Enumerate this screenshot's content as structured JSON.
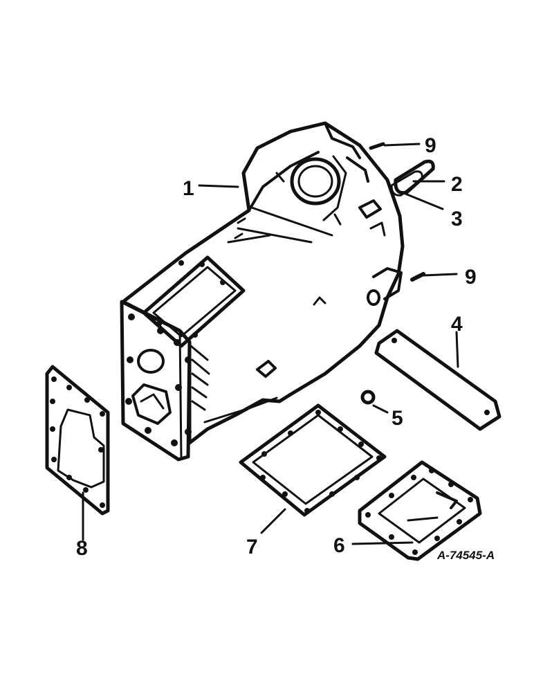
{
  "callouts": {
    "c1": "1",
    "c2": "2",
    "c3": "3",
    "c4": "4",
    "c5": "5",
    "c6": "6",
    "c7": "7",
    "c8": "8",
    "c9a": "9",
    "c9b": "9"
  },
  "figure_id": "A-74545-A"
}
